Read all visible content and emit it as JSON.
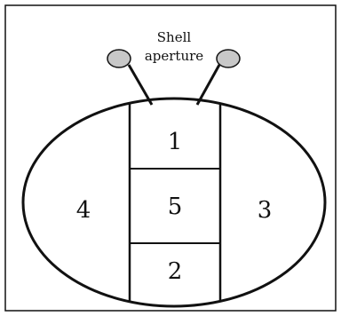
{
  "diagram": {
    "caption_lines": [
      "Shell",
      "aperture"
    ],
    "regions": [
      {
        "id": "1",
        "label": "1"
      },
      {
        "id": "2",
        "label": "2"
      },
      {
        "id": "3",
        "label": "3"
      },
      {
        "id": "4",
        "label": "4"
      },
      {
        "id": "5",
        "label": "5"
      }
    ]
  },
  "colors": {
    "stroke": "#111111",
    "aperture_fill": "#c8c8c8",
    "background": "#ffffff"
  }
}
